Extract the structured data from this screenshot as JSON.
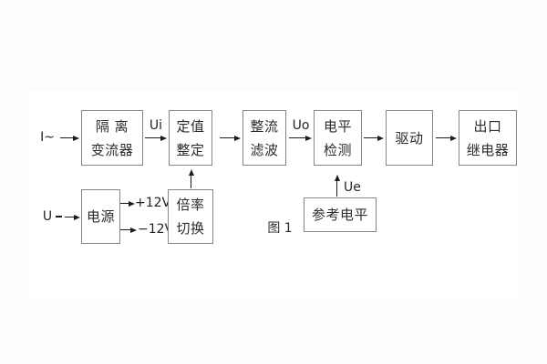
{
  "figure": {
    "caption": "图 1",
    "type": "functional-block-diagram",
    "background_color": "#fdfdfd",
    "panel_color": "#ffffff",
    "box_border_color": "#858585",
    "line_color": "#1c1c1c",
    "text_color": "#2c2c2c"
  },
  "inputs": {
    "current_input": "I~",
    "voltage_input": "U"
  },
  "signals": {
    "ui": "Ui",
    "uo": "Uo",
    "ue": "Ue",
    "plus_12v": "+12V",
    "minus_12v": "−12V"
  },
  "blocks": {
    "isolation_transformer": {
      "lines": [
        "隔 离",
        "变流器"
      ]
    },
    "setpoint_adjust": {
      "lines": [
        "定值",
        "整定"
      ]
    },
    "rectifier_filter": {
      "lines": [
        "整流",
        "滤波"
      ]
    },
    "level_detection": {
      "lines": [
        "电平",
        "检测"
      ]
    },
    "driver": {
      "lines": [
        "驱动"
      ]
    },
    "output_relay": {
      "lines": [
        "出口",
        "继电器"
      ]
    },
    "power_supply": {
      "lines": [
        "电源"
      ]
    },
    "ratio_switch": {
      "lines": [
        "倍率",
        "切换"
      ]
    },
    "reference_level": {
      "lines": [
        "参考电平"
      ]
    }
  }
}
